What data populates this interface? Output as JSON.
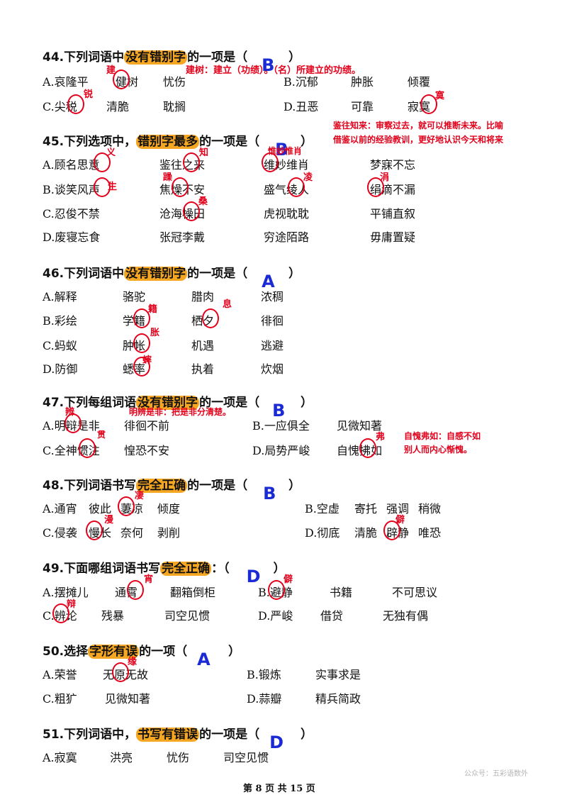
{
  "questions": [
    {
      "stem_pre": "44.下列词语中",
      "stem_hl": "没有错别字",
      "stem_post": "的一项是（",
      "stem_close": "）",
      "answer": "B",
      "opts": {
        "A": [
          "A.哀隆平",
          "健树",
          "忧伤"
        ],
        "B": [
          "B.沉郁",
          "肿胀",
          "倾覆"
        ],
        "C": [
          "C.尖税",
          "清脆",
          "耽搁"
        ],
        "D": [
          "D.丑恶",
          "可靠",
          "寂寞"
        ]
      },
      "notes": [
        "建",
        "建树：建立（功绩）。（名）所建立的功绩。",
        "锐",
        "寞"
      ]
    },
    {
      "stem_pre": "45.下列选项中，",
      "stem_hl": "错别字最多",
      "stem_post": "的一项是（",
      "stem_close": "）",
      "answer": "B",
      "opts": {
        "A": [
          "A.顾名思意",
          "鉴往之来",
          "维妙维肖",
          "梦寐不忘"
        ],
        "B": [
          "B.谈笑风声",
          "焦燥不安",
          "盛气绫人",
          "绢滴不漏"
        ],
        "C": [
          "C.忍俊不禁",
          "沧海橾田",
          "虎视耽耽",
          "平铺直叙"
        ],
        "D": [
          "D.废寝忘食",
          "张冠李戴",
          "穷途陌路",
          "毋庸置疑"
        ]
      },
      "notes": [
        "义",
        "知",
        "惟妙惟肖",
        "鉴往知来：审察过去，就可以推断未来。比喻",
        "借鉴以前的经验教训，更好地认识今天和将来",
        "生",
        "躁",
        "凌",
        "涓",
        "桑"
      ]
    },
    {
      "stem_pre": "46.下列词语中",
      "stem_hl": "没有错别字",
      "stem_post": "的一项是（",
      "stem_close": "）",
      "answer": "A",
      "opts": {
        "A": [
          "A.解释",
          "骆驼",
          "腊肉",
          "浓稠"
        ],
        "B": [
          "B.彩绘",
          "学籍",
          "栖夕",
          "徘徊"
        ],
        "C": [
          "C.蚂蚁",
          "肿帐",
          "机遇",
          "逃避"
        ],
        "D": [
          "D.防御",
          "蟋率",
          "执着",
          "炊烟"
        ]
      },
      "notes": [
        "籍",
        "息",
        "胀",
        "蟀"
      ]
    },
    {
      "stem_pre": "47.下列每组词语",
      "stem_hl": "没有错别字",
      "stem_post": "的一项是（",
      "stem_close": "）",
      "answer": "B",
      "opts": {
        "A": [
          "A.明辩是非",
          "徘徊不前"
        ],
        "B": [
          "B.一应俱全",
          "见微知著"
        ],
        "C": [
          "C.全神惯注",
          "惶恐不安"
        ],
        "D": [
          "D.局势严峻",
          "自愧拂如"
        ]
      },
      "notes": [
        "辨",
        "明辨是非：把是非分清楚。",
        "贯",
        "弗",
        "自愧弗如：自感不如",
        "别人而内心惭愧。"
      ]
    },
    {
      "stem_pre": "48.下列词语书写",
      "stem_hl": "完全正确",
      "stem_post": "的一项是（",
      "stem_close": "）",
      "answer": "B",
      "opts": {
        "A": [
          "A.通宵",
          "彼此",
          "萋凉",
          "倾度"
        ],
        "B": [
          "B.空虚",
          "寄托",
          "强调",
          "稍微"
        ],
        "C": [
          "C.侵袭",
          "慢长",
          "奈何",
          "剥削"
        ],
        "D": [
          "D.彻底",
          "清脆",
          "辟静",
          "唯恐"
        ]
      },
      "notes": [
        "凄",
        "漫",
        "僻"
      ]
    },
    {
      "stem_pre": "49.下面哪组词语书写",
      "stem_hl": "完全正确",
      "stem_post": "：（",
      "stem_close": "）",
      "answer": "D",
      "opts": {
        "A": [
          "A.摆摊儿",
          "通霄",
          "翻箱倒柜"
        ],
        "B": [
          "B.避静",
          "书籍",
          "不可思议"
        ],
        "C": [
          "C.辨论",
          "残暴",
          "司空见惯"
        ],
        "D": [
          "D.严峻",
          "借贷",
          "无独有偶"
        ]
      },
      "notes": [
        "宵",
        "僻",
        "辩"
      ]
    },
    {
      "stem_pre": "50.选择",
      "stem_hl": "字形有误",
      "stem_post": "的一项（",
      "stem_close": "）",
      "answer": "A",
      "opts": {
        "A": [
          "A.荣誉",
          "无原无故"
        ],
        "B": [
          "B.锻炼",
          "实事求是"
        ],
        "C": [
          "C.粗犷",
          "见微知著"
        ],
        "D": [
          "D.蒜瓣",
          "精兵简政"
        ]
      },
      "notes": [
        "缘"
      ]
    },
    {
      "stem_pre": "51.下列词语中，",
      "stem_hl": "书写有错误",
      "stem_post": "的一项是（",
      "stem_close": "）",
      "answer": "D",
      "opts": {
        "A": [
          "A.寂寞",
          "洪亮",
          "忧伤",
          "司空见惯"
        ]
      },
      "notes": []
    }
  ],
  "footer": "第 8 页 共 15 页",
  "watermark": "公众号：五彩语数外",
  "colors": {
    "highlight": "#f5a623",
    "answer": "#1a2bd6",
    "annotation": "#e3001b"
  }
}
